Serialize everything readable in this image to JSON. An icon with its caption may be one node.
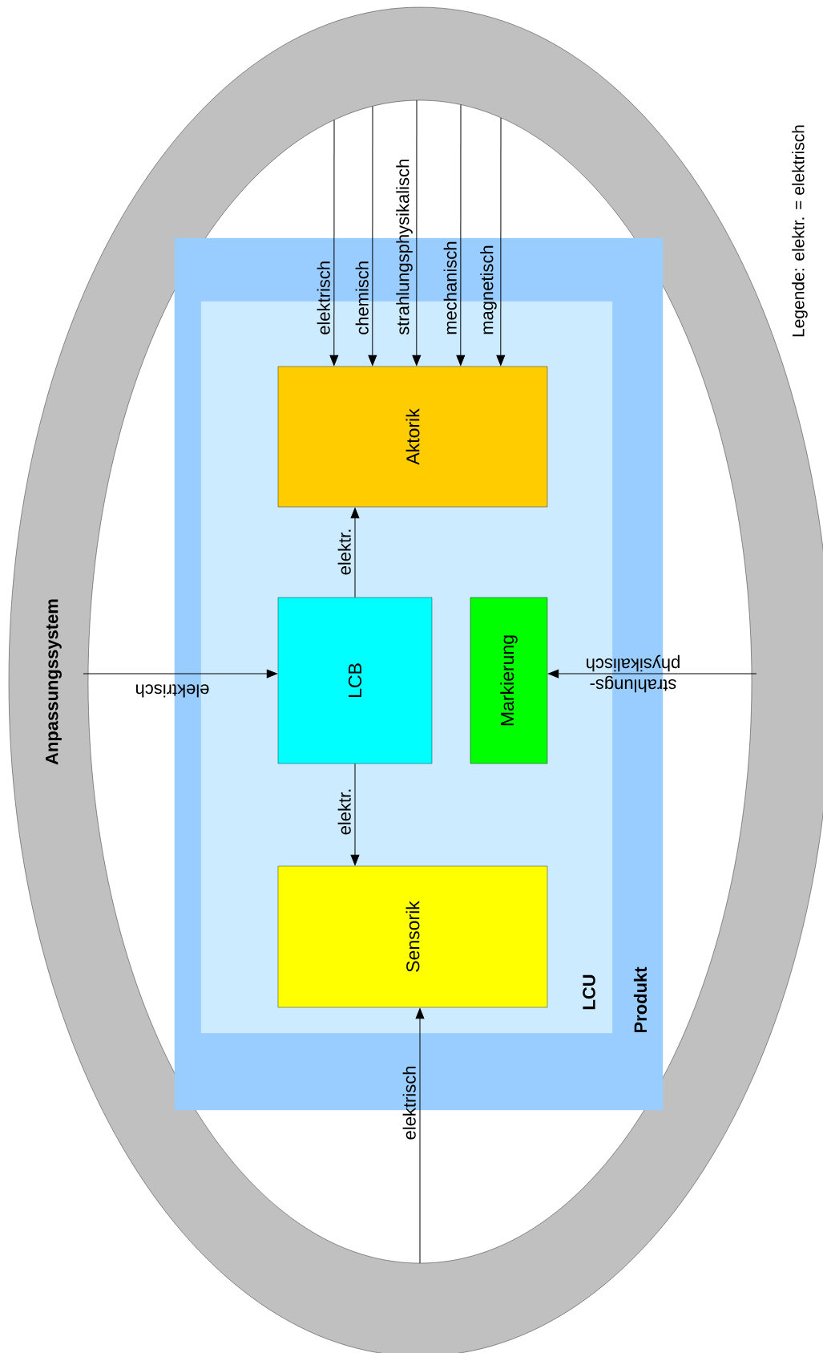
{
  "diagram": {
    "nodes": [
      {
        "text": [
          "Anpassungssystem"
        ]
      },
      {
        "text": [
          "Produkt"
        ],
        "in": 0
      },
      {
        "text": [
          "LCU"
        ],
        "in": 1
      },
      {
        "text": [
          "Aktorik"
        ],
        "in": 2
      },
      {
        "text": [
          "LCB"
        ],
        "in": 2
      },
      {
        "text": [
          "Markierung"
        ],
        "in": 2
      },
      {
        "text": [
          "Sensorik"
        ],
        "in": 2
      }
    ],
    "edges": [
      {
        "from": null,
        "to": 3,
        "arrow": "to",
        "label": "elektrisch"
      },
      {
        "from": null,
        "to": 3,
        "arrow": "to",
        "label": "chemisch"
      },
      {
        "from": null,
        "to": 3,
        "arrow": "to",
        "label": "strahlungsphysikalisch"
      },
      {
        "from": null,
        "to": 3,
        "arrow": "to",
        "label": "mechanisch"
      },
      {
        "from": null,
        "to": 3,
        "arrow": "to",
        "label": "magnetisch"
      },
      {
        "from": 4,
        "to": 3,
        "arrow": "to",
        "label": "elektr."
      },
      {
        "from": 4,
        "to": 6,
        "arrow": "to",
        "label": "elektr."
      },
      {
        "from": 0,
        "to": 4,
        "arrow": "to",
        "label": "elektrisch"
      },
      {
        "from": 0,
        "to": 5,
        "arrow": "to",
        "label": "strahlungs- physikalisch"
      },
      {
        "from": null,
        "to": 6,
        "arrow": "to",
        "label": "elektrisch"
      }
    ],
    "labels": [
      "Legende: elektr. = elektrisch"
    ]
  }
}
